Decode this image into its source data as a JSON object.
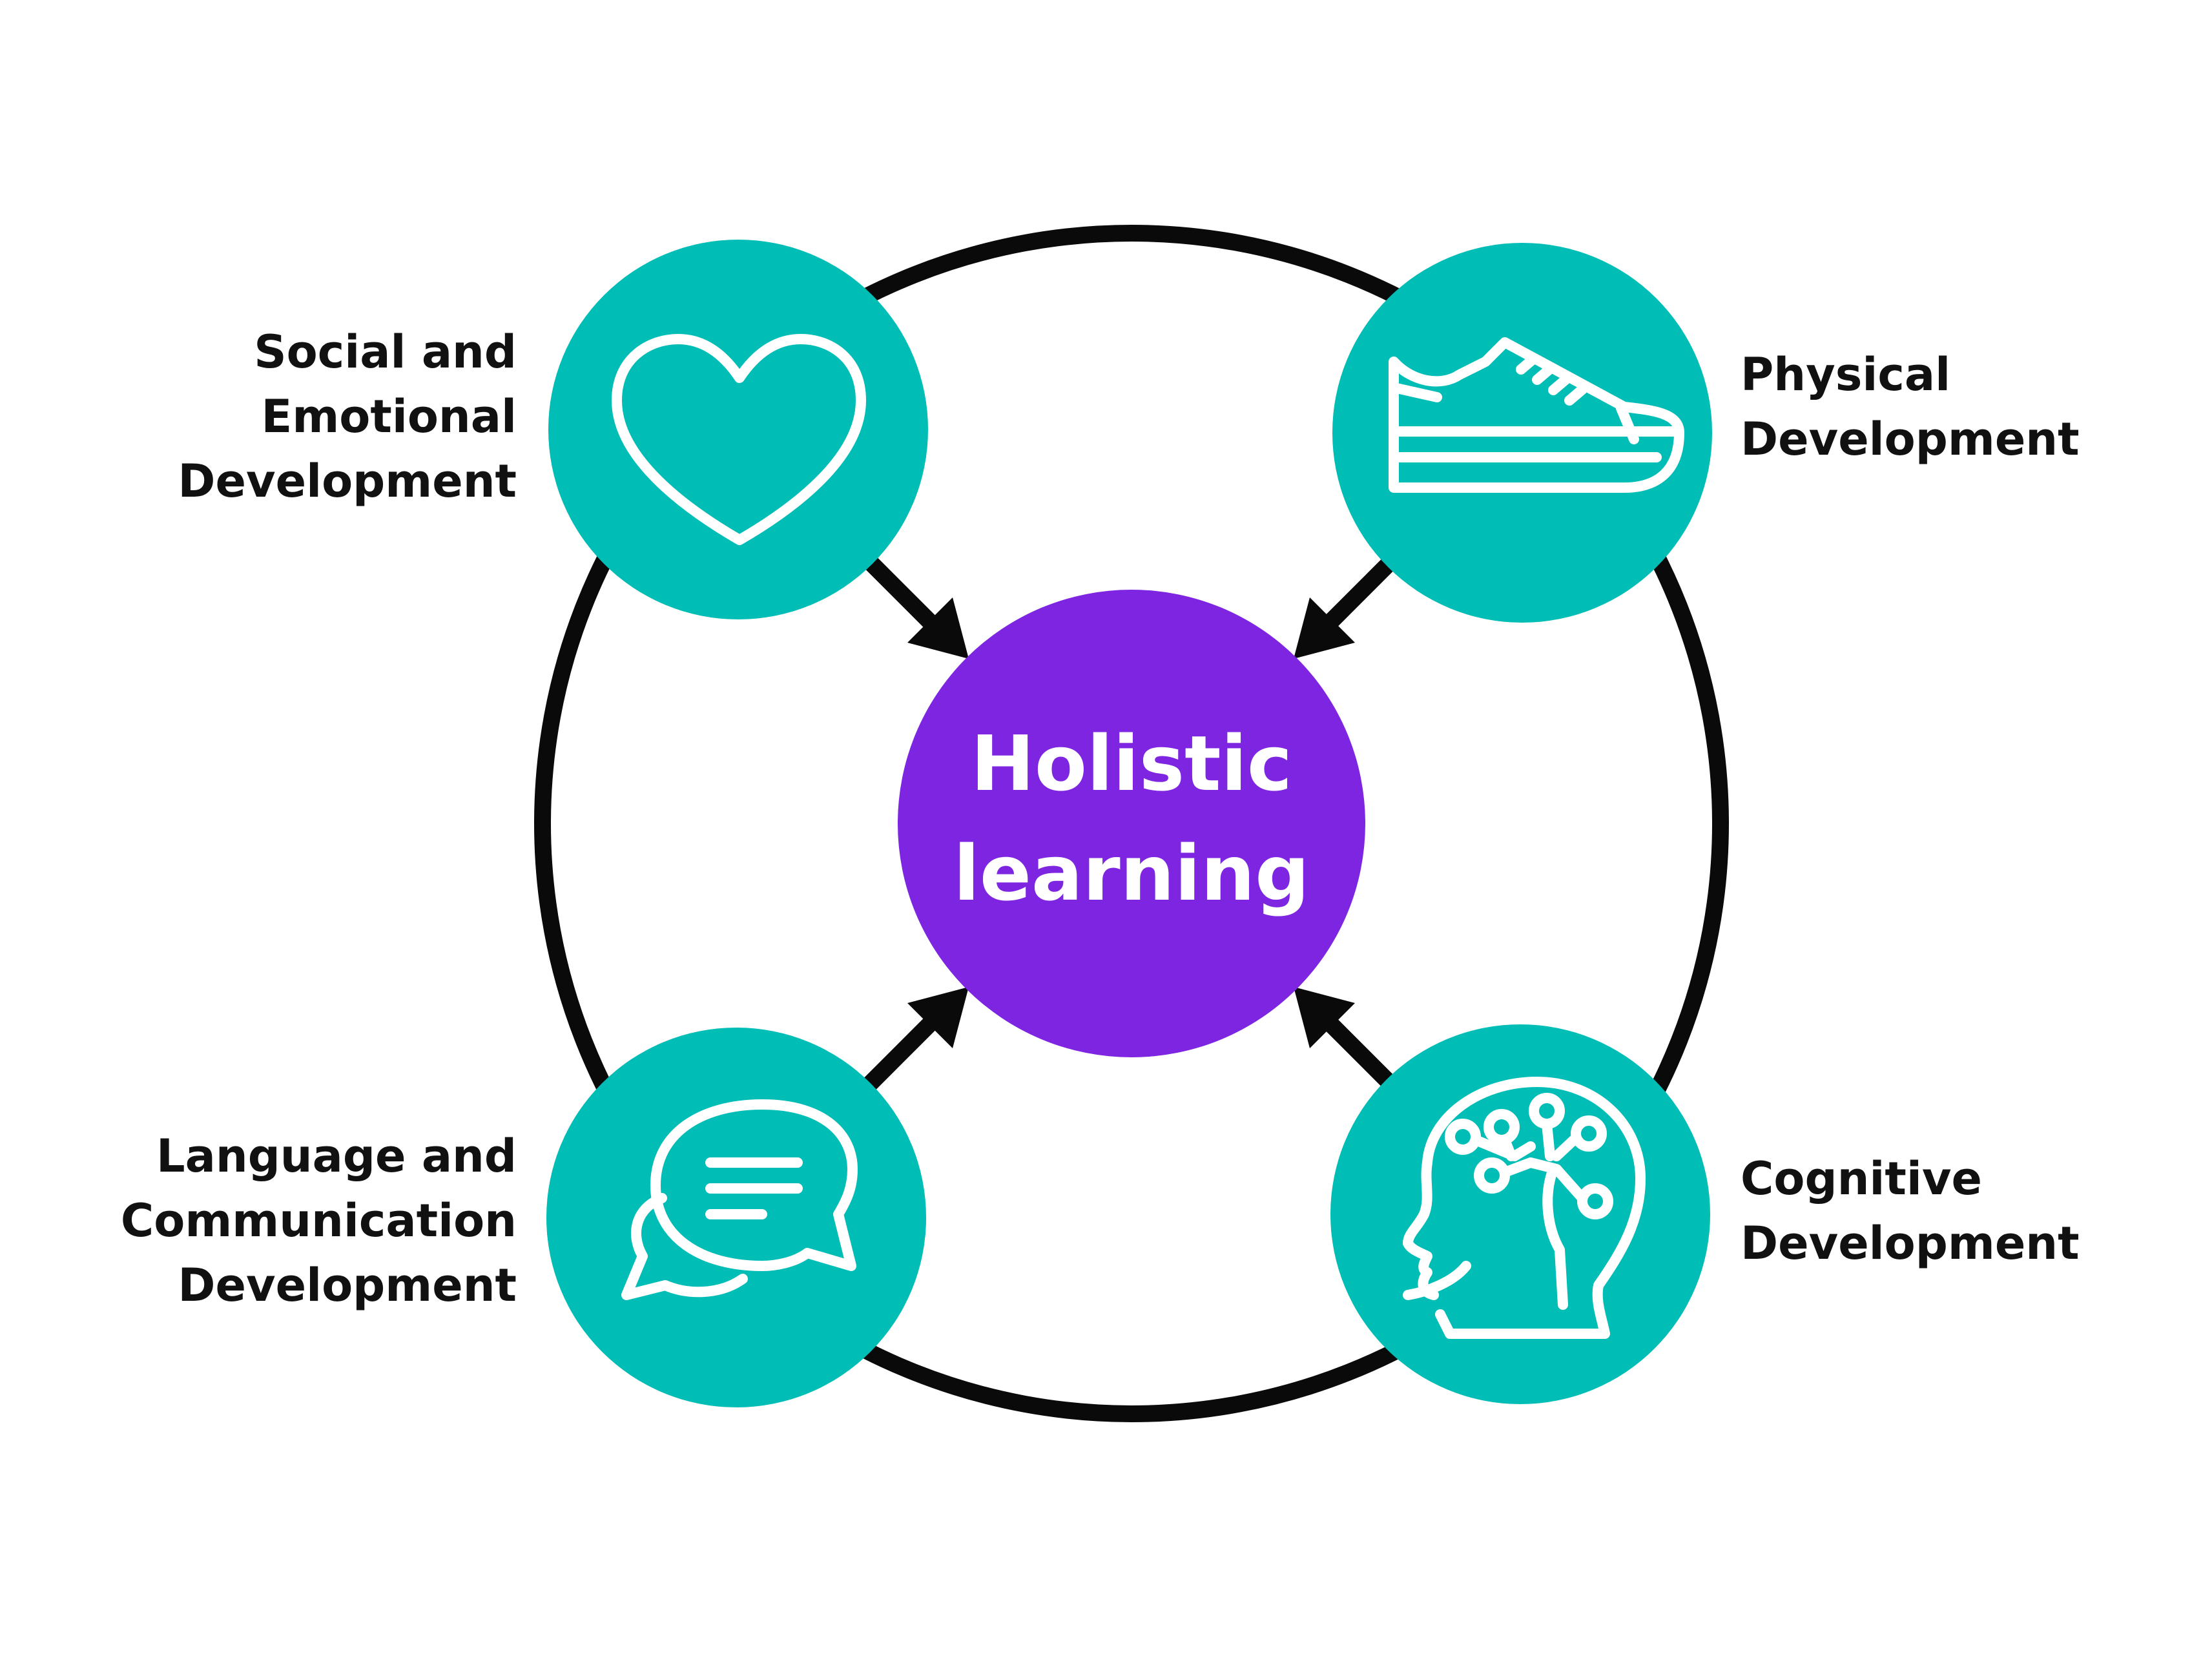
{
  "colors": {
    "center_circle": "#7e25e2",
    "node_circle": "#00bdb6",
    "ring": "#0a0a0a",
    "arrow": "#0a0a0a",
    "icon_stroke": "#ffffff"
  },
  "center": {
    "line1": "Holistic",
    "line2": "learning"
  },
  "nodes": [
    {
      "id": "social",
      "icon": "heart-icon",
      "lines": [
        "Social and",
        "Emotional",
        "Development"
      ]
    },
    {
      "id": "physical",
      "icon": "sneaker-icon",
      "lines": [
        "Physical",
        "Development"
      ]
    },
    {
      "id": "language",
      "icon": "speech-bubbles-icon",
      "lines": [
        "Language and",
        "Communication",
        "Development"
      ]
    },
    {
      "id": "cognitive",
      "icon": "brain-head-icon",
      "lines": [
        "Cognitive",
        "Development"
      ]
    }
  ]
}
